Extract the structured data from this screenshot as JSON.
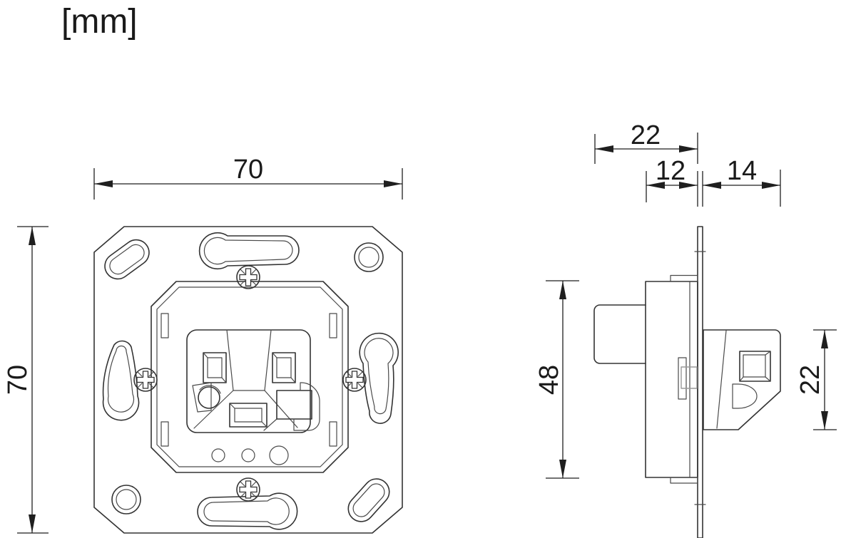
{
  "drawing": {
    "units_label": "[mm]",
    "colors": {
      "line": "#333333",
      "dimension": "#1f1f1f",
      "background": "#ffffff"
    },
    "front_view": {
      "width_dim": {
        "label": "70"
      },
      "height_dim": {
        "label": "70"
      }
    },
    "side_view": {
      "knob_depth_dim": {
        "label": "22"
      },
      "body_depth_dim": {
        "label": "12"
      },
      "rear_depth_dim": {
        "label": "14"
      },
      "body_height_dim": {
        "label": "48"
      },
      "rear_height_dim": {
        "label": "22"
      }
    }
  }
}
